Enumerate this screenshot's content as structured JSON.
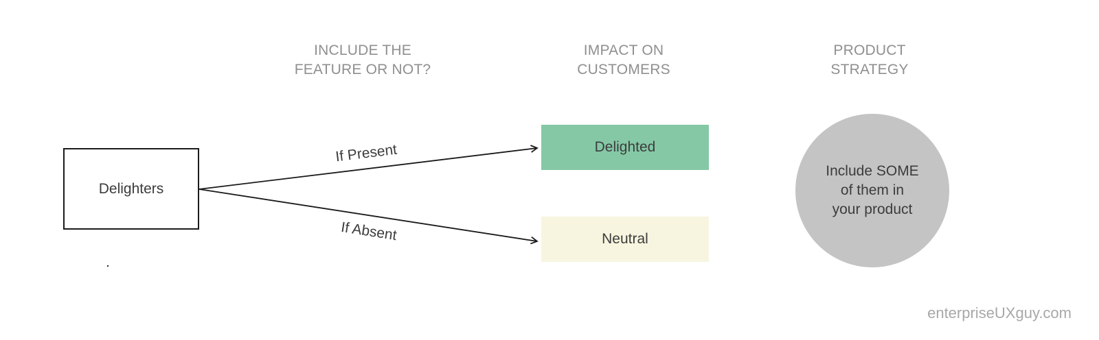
{
  "headers": {
    "include": [
      "INCLUDE THE",
      "FEATURE OR NOT?"
    ],
    "impact": [
      "IMPACT ON",
      "CUSTOMERS"
    ],
    "strategy": [
      "PRODUCT",
      "STRATEGY"
    ]
  },
  "source": {
    "label": "Delighters"
  },
  "branches": {
    "present_label": "If Present",
    "absent_label": "If Absent"
  },
  "outcomes": {
    "delighted": "Delighted",
    "neutral": "Neutral"
  },
  "strategy": {
    "lines": [
      "Include SOME",
      "of them in",
      "your product"
    ]
  },
  "colors": {
    "header_text": "#8f8f8f",
    "delighted_fill": "#85c8a6",
    "neutral_fill": "#f7f5df",
    "circle_fill": "#c4c4c4",
    "watermark_text": "#a8a8a8"
  },
  "watermark": "enterpriseUXguy.com"
}
